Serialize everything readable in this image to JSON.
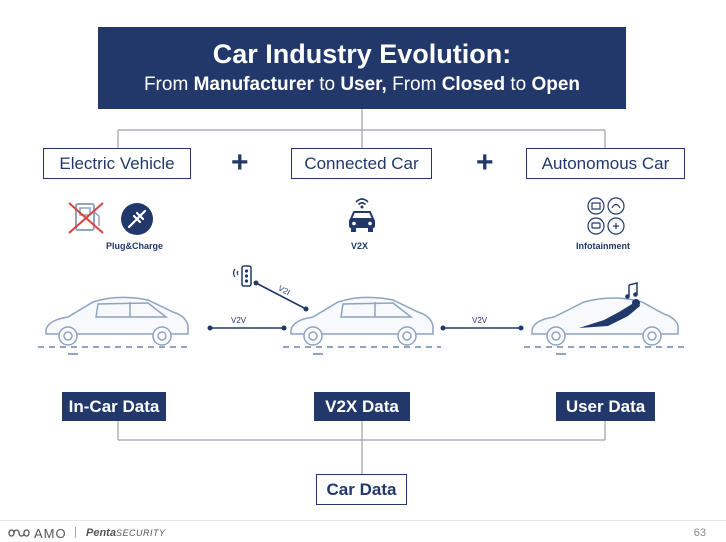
{
  "title": {
    "line1": "Car Industry Evolution:",
    "line2": {
      "p1": "From ",
      "b1": "Manufacturer",
      "p2": " to ",
      "b2": "User,",
      "p3": " From ",
      "b3": "Closed",
      "p4": " to ",
      "b4": "Open"
    }
  },
  "categories": {
    "electric": "Electric Vehicle",
    "connected": "Connected Car",
    "autonomous": "Autonomous Car",
    "plus": "+"
  },
  "features": {
    "plug_charge": "Plug&Charge",
    "v2x": "V2X",
    "infotainment": "Infotainment"
  },
  "links": {
    "v2v_left": "V2V",
    "v2v_right": "V2V",
    "v2i": "V2I"
  },
  "data_boxes": {
    "in_car": "In-Car Data",
    "v2x": "V2X Data",
    "user": "User Data",
    "car": "Car Data"
  },
  "footer": {
    "amo": "AMO",
    "penta": "Penta",
    "security": "SECURITY",
    "page": "63"
  },
  "colors": {
    "navy": "#22386a",
    "light_blue": "#8fa3c2"
  }
}
